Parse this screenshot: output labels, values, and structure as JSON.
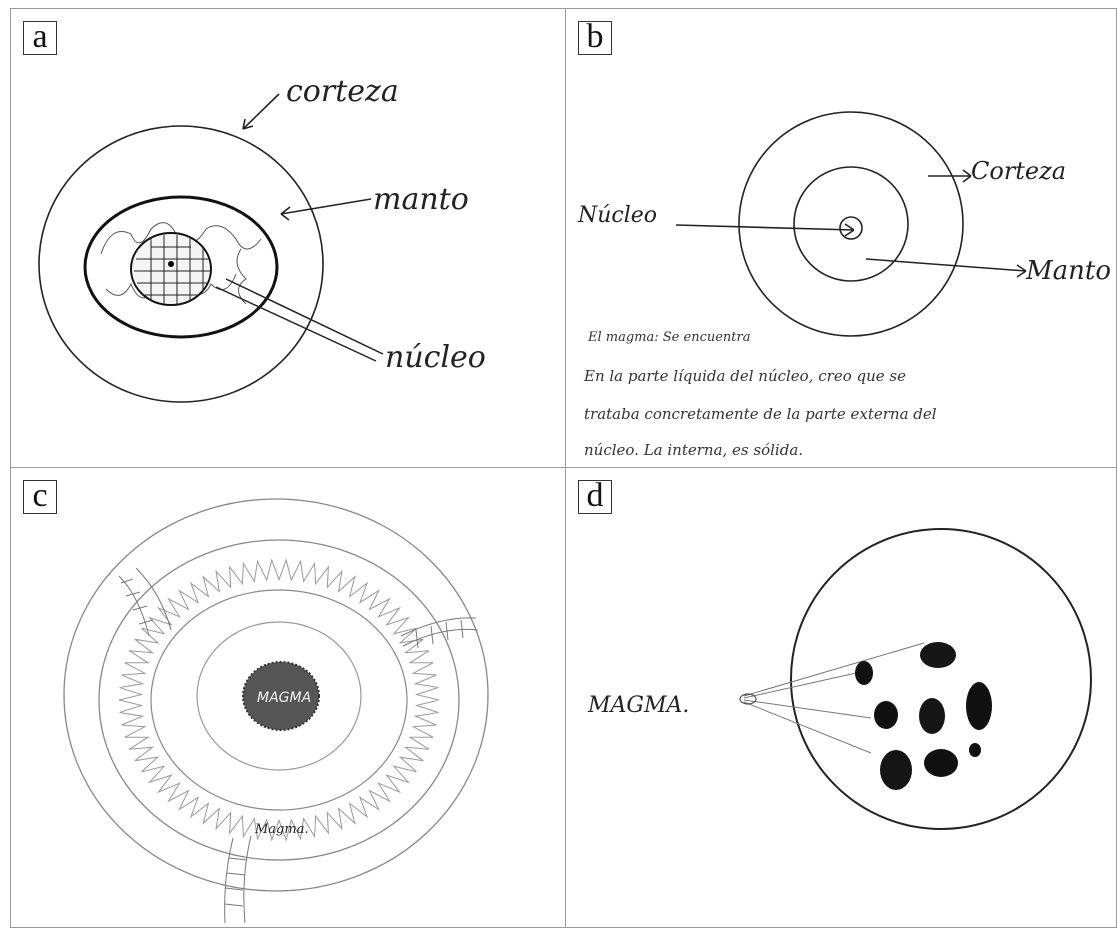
{
  "panels": {
    "a": {
      "letter": "a",
      "labels": {
        "corteza": "corteza",
        "manto": "manto",
        "nucleo": "núcleo"
      }
    },
    "b": {
      "letter": "b",
      "labels": {
        "nucleo": "Núcleo",
        "corteza": "Corteza",
        "manto": "Manto"
      },
      "note": {
        "line1": "El magma: Se encuentra",
        "line2": "En la parte líquida del núcleo, creo que se",
        "line3": "trataba concretamente de la parte externa del",
        "line4": "núcleo. La interna, es sólida."
      }
    },
    "c": {
      "letter": "c",
      "labels": {
        "magma_core": "MAGMA",
        "magma_small": "Magma."
      }
    },
    "d": {
      "letter": "d",
      "labels": {
        "magma": "MAGMA."
      }
    }
  },
  "colors": {
    "border": "#9a9a9a",
    "ink": "#222222",
    "pencil": "#888888"
  }
}
